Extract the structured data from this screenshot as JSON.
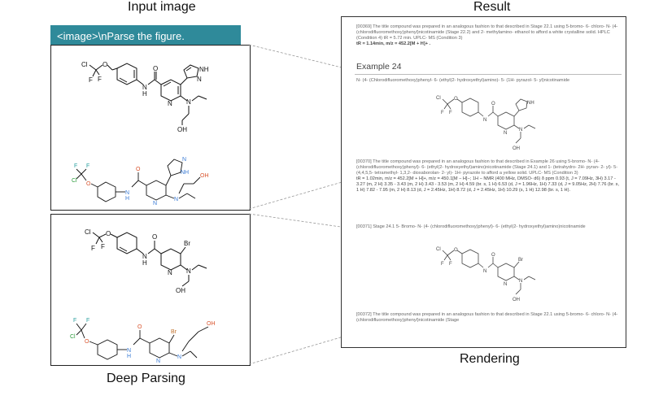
{
  "headers": {
    "input_title": "Input image",
    "result_title": "Result",
    "deep_parsing": "Deep Parsing",
    "rendering": "Rendering"
  },
  "prompt": "<image>\\nParse the figure.",
  "molecule_labels": {
    "cl": "Cl",
    "f": "F",
    "o": "O",
    "n": "N",
    "h": "H",
    "oh": "OH",
    "br": "Br",
    "nh": "NH"
  },
  "document": {
    "p1": "[00369] The title compound was prepared in an analogous fashion to that described in Stage 22.1 using 5-bromo- 6- chloro- N- (4- (chlorodifluoromethoxy)phenyl)nicotinamide (Stage 22.2) and 2- methylamino- ethanol to afford a white crystalline solid. HPLC (Condition 4) t",
    "p1b": "R = 5.72 min. UPLC- MS (Condition 3)",
    "p1c": "tR = 1.14min, m/z = 452.2[M + H]+ .",
    "example": "Example 24",
    "ex_name": "N- (4- (Chlorodifluoromethoxy)phenyl- 6- (ethyl(2- hydroxyethyl)amino)- 5- (1H- pyrazol- 5- yl)nicotinamide",
    "p2": "[00370] The title compound was prepared in an analogous fashion to that described in Example 26 using 5-bromo- N- (4- (chlorodifluoromethoxy)phenyl)- 6- (ethyl(2- hydroxyethyl)amino)nicotinamide (Stage 24.1) and 1- (tetrahydro- 2H- pyran- 2- yl)- 5- (4,4,5,5- tetramethyl- 1,3,2- dioxaborolan- 2- yl)- 1H- pyrazole to afford a yellow solid. UPLC- MS (Condition 3)",
    "p2b": "tR = 1.02min, m/z = 452.2[M + H]+, m/z = 450.1[M − H]−; 1H − NMR (400 MHz, DMSO- d6) δ ppm 0.93 (t, J = 7.09Hz, 3H) 3.17 - 3.27 (m, 2 H) 3.35 - 3.43 (m, 2 H) 3.43 - 3.53 (m, 2 H) 4.59 (br. s, 1 H) 6.53 (d,",
    "p2c": "J = 1.96Hz, 1H) 7.33 (d, J = 9.05Hz, 2H) 7.76 (br. s, 1 H) 7.82 - 7.95 (m, 2 H) 8.13 (d, J = 2.45Hz, 1H) 8.72 (d, J = 2.45Hz, 1H) 10.29 (s, 1 H) 12.98 (br. s, 1 H).",
    "p3": "[00371] Stage 24.1 5- Bromo- N- (4- (chlorodifluoromethoxy)phenyl)- 6- (ethyl(2- hydroxyethyl)amino)nicotinamide",
    "p4": "[00372] The title compound was prepared in an analogous fashion to that described in Stage 22.1 using 5-bromo- 6- chloro- N- (4- (chlorodifluoromethoxy)phenyl)nicotinamide (Stage"
  },
  "colors": {
    "prompt_bg": "#2f8a9a",
    "bond_black": "#111111",
    "n_blue": "#3a7bd5",
    "o_red": "#d9532c",
    "br_orange": "#c0702a",
    "cl_green": "#2a9a3a",
    "f_teal": "#2aa0a0"
  }
}
